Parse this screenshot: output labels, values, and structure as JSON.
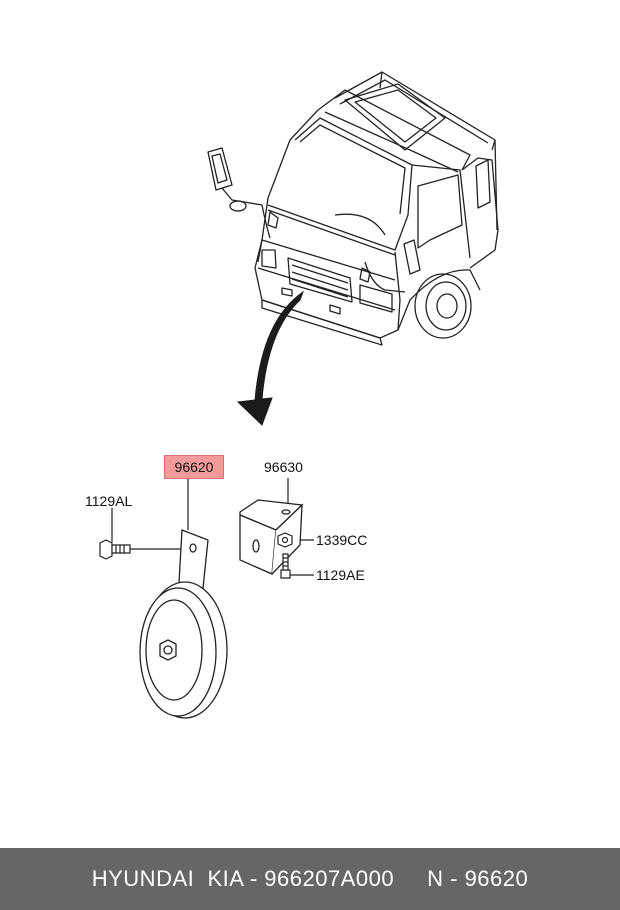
{
  "labels": {
    "main_part": "96620",
    "bracket": "96630",
    "bolt_left": "1129AL",
    "nut": "1339CC",
    "bolt_right": "1129AE"
  },
  "footer": {
    "brand": "HYUNDAI  KIA - 966207A000",
    "code": "N - 96620"
  },
  "colors": {
    "highlight": "#f29a9a",
    "footer_bg": "#666666",
    "line": "#222222"
  }
}
